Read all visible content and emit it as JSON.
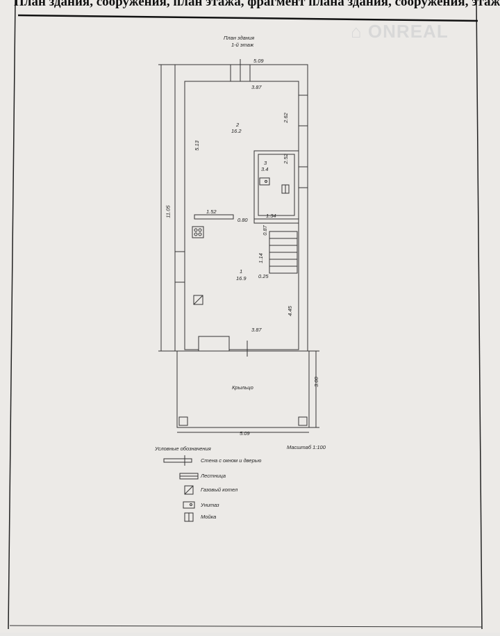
{
  "header": {
    "title": "План здания, сооружения, план этажа, фрагмент плана здания, сооружения, этажа"
  },
  "watermark": "ONREAL",
  "plan": {
    "title": "План здания",
    "floor": "1-й этаж",
    "dims": {
      "top_outer": "5.09",
      "room2_width": "3.87",
      "room2_side": "2.62",
      "room2_height": "5.13",
      "room3_side": "2.52",
      "total_height": "11.05",
      "partition": "1.52",
      "door": "0.80",
      "room3_width": "1.34",
      "stair_gap": "0.87",
      "stair_len": "1.14",
      "stair_offset": "0.25",
      "room1_height": "4.45",
      "room1_width": "3.87",
      "porch_depth": "3.00",
      "bottom_outer": "5.09"
    },
    "rooms": [
      {
        "num": "2",
        "area": "16.2"
      },
      {
        "num": "3",
        "area": "3.4"
      },
      {
        "num": "1",
        "area": "16.9"
      }
    ],
    "porch": "Крыльцо"
  },
  "legend": {
    "title": "Условные обозначения",
    "scale": "Масштаб 1:100",
    "items": [
      {
        "label": "Стена с окном и дверью"
      },
      {
        "label": "Лестница"
      },
      {
        "label": "Газовый котел"
      },
      {
        "label": "Унитаз"
      },
      {
        "label": "Мойка"
      }
    ]
  }
}
